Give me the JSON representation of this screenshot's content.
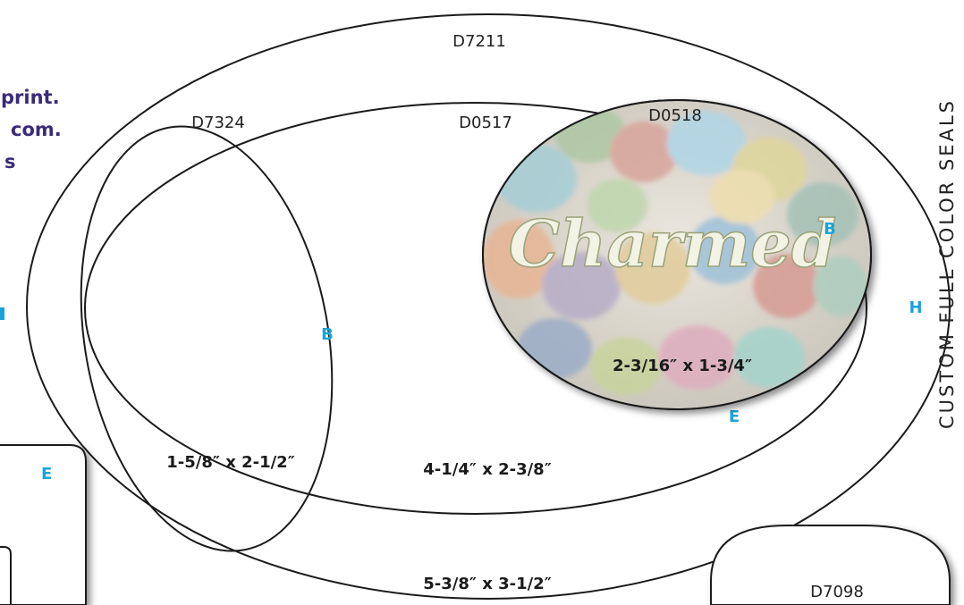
{
  "promo_lines": [
    "print.",
    "com.",
    "s"
  ],
  "side_text": "CUSTOM FULL COLOR SEALS",
  "shapes": [
    {
      "code": "D7211",
      "size": "5-3/8″ x 3-1/2″",
      "grade": "H"
    },
    {
      "code": "D0517",
      "size": "4-1/4″ x 2-3/8″",
      "grade": "E"
    },
    {
      "code": "D7324",
      "size": "1-5/8″ x 2-1/2″",
      "grade": "B"
    },
    {
      "code": "D0518",
      "size": "2-3/16″ x 1-3/4″",
      "grade": "B"
    },
    {
      "code": "D7098",
      "size": "",
      "grade": ""
    }
  ],
  "left_box_grade": "E",
  "sample_label_text": "Charmed",
  "colors": {
    "grade": "#1ba3d9",
    "promo": "#3b2a7a",
    "outline": "#1a1a1a"
  }
}
